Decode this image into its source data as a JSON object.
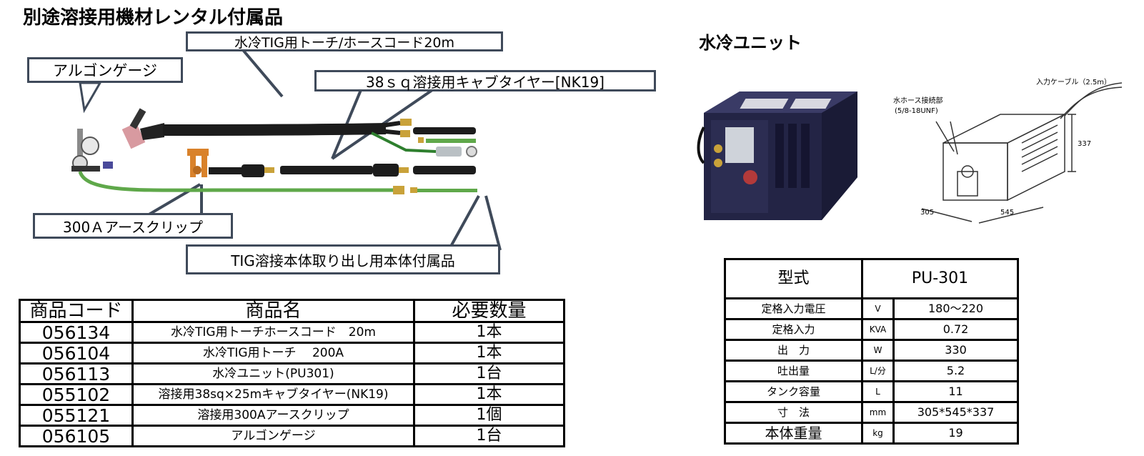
{
  "page_title": "別途溶接用機材レンタル付属品",
  "unit_title": "水冷ユニット",
  "callouts": {
    "torch_hose": "水冷TIG用トーチ/ホースコード20m",
    "argon_gauge": "アルゴンゲージ",
    "cabtire": "38ｓｑ溶接用キャブタイヤー[NK19]",
    "earth_clip": "300Ａアースクリップ",
    "body_accessory": "TIG溶接本体取り出し用本体付属品"
  },
  "parts_table": {
    "headers": [
      "商品コード",
      "商品名",
      "必要数量"
    ],
    "rows": [
      {
        "code": "056134",
        "name": "水冷TIG用トーチホースコード　20m",
        "qty": "1本"
      },
      {
        "code": "056104",
        "name": "水冷TIG用トーチ　 200A",
        "qty": "1本"
      },
      {
        "code": "056113",
        "name": "水冷ユニット(PU301)",
        "qty": "1台"
      },
      {
        "code": "055102",
        "name": "溶接用38sq×25mキャブタイヤー(NK19)",
        "qty": "1本"
      },
      {
        "code": "055121",
        "name": "溶接用300Aアースクリップ",
        "qty": "1個"
      },
      {
        "code": "056105",
        "name": "アルゴンゲージ",
        "qty": "1台"
      }
    ]
  },
  "spec_table": {
    "model_label": "型式",
    "model_value": "PU-301",
    "rows": [
      {
        "label": "定格入力電圧",
        "unit": "V",
        "value": "180～220"
      },
      {
        "label": "定格入力",
        "unit": "KVA",
        "value": "0.72"
      },
      {
        "label": "出　力",
        "unit": "W",
        "value": "330"
      },
      {
        "label": "吐出量",
        "unit": "L/分",
        "value": "5.2"
      },
      {
        "label": "タンク容量",
        "unit": "L",
        "value": "11"
      },
      {
        "label": "寸　法",
        "unit": "mm",
        "value": "305*545*337"
      },
      {
        "label": "本体重量",
        "unit": "kg",
        "value": "19"
      }
    ]
  },
  "drawing_labels": {
    "input_cable": "入力ケーブル（2.5m）",
    "hose_connector": "水ホース接続部",
    "hose_thread": "(5/8-18UNF)",
    "dim_height": "337",
    "dim_depth": "305",
    "dim_width": "545"
  },
  "colors": {
    "callout_border": "#3f4a5a",
    "hose_green": "#5fa84a",
    "cable_black": "#1c1c1c",
    "brass": "#c9a23a",
    "clip_orange": "#d9822b",
    "unit_navy": "#232445"
  }
}
